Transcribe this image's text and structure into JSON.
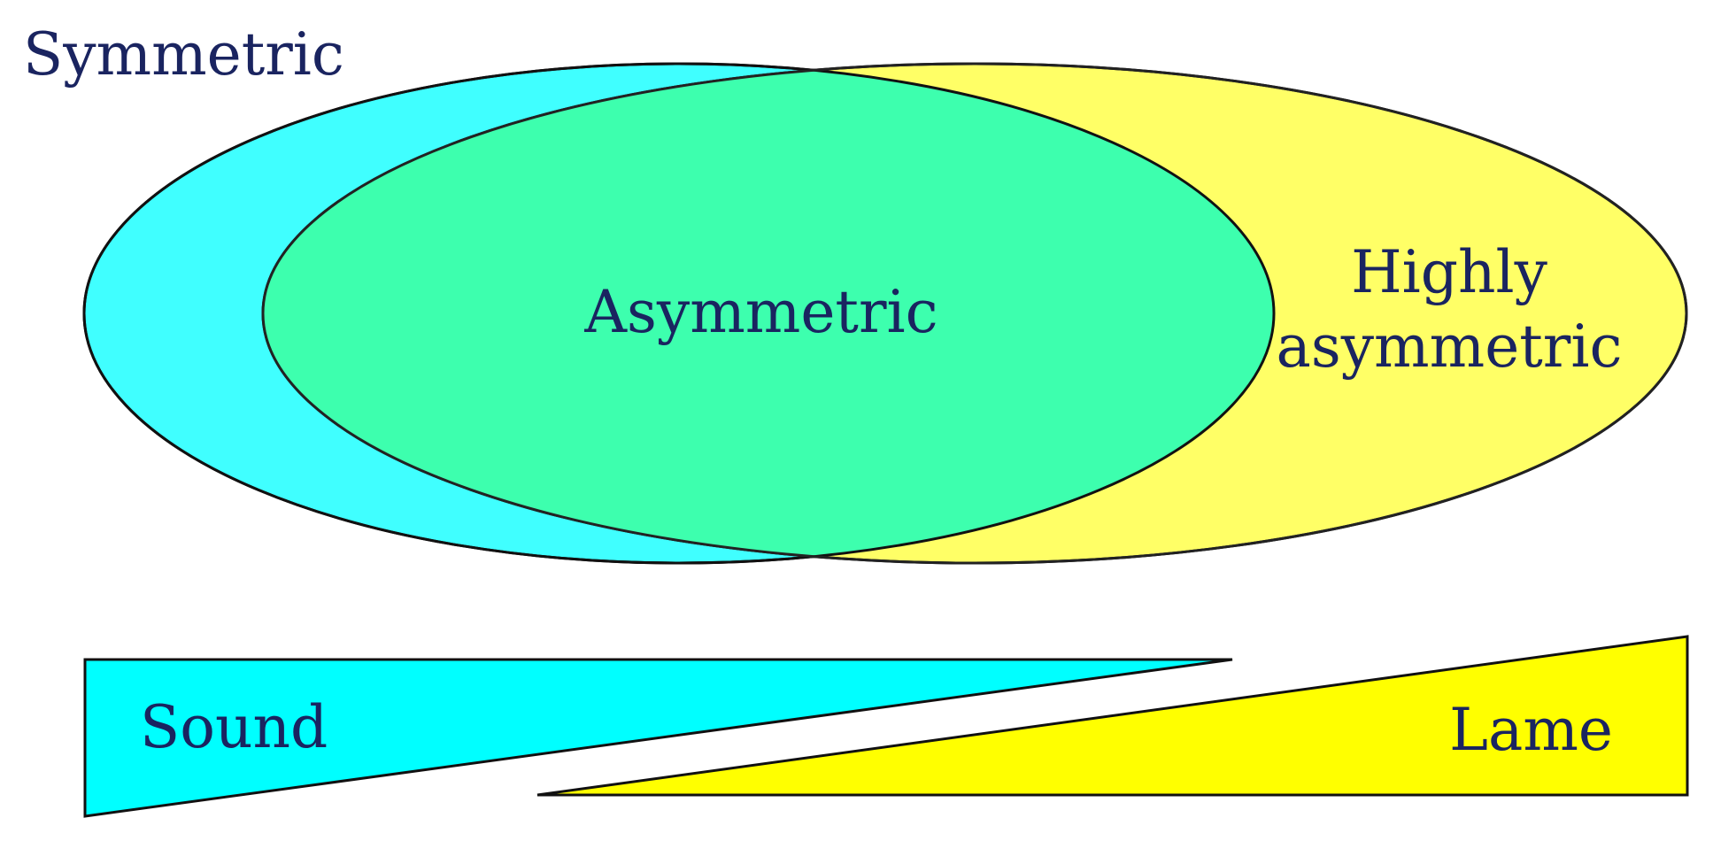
{
  "labels": {
    "symmetric": "Symmetric",
    "asymmetric": "Asymmetric",
    "highly_asymmetric_line1": "Highly",
    "highly_asymmetric_line2": "asymmetric",
    "sound": "Sound",
    "lame": "Lame"
  },
  "colors": {
    "cyan_region": "#40FFFF",
    "yellow_region": "#FFFF66",
    "overlap_region": "#3DFFAE",
    "cyan_wedge": "#00FFFF",
    "yellow_wedge": "#FFFF00",
    "text": "#1A2460",
    "outline": "#111111"
  }
}
